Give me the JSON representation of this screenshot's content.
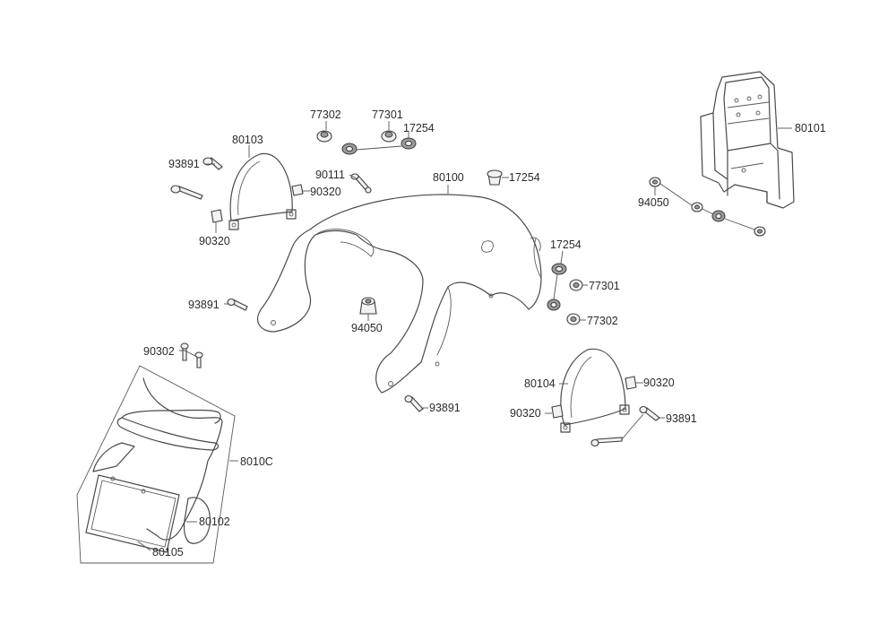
{
  "labels": {
    "p80101": "80101",
    "p80100": "80100",
    "p80103": "80103",
    "p80104": "80104",
    "p80102": "80102",
    "p80105": "80105",
    "p8010c": "8010C",
    "p77302_top": "77302",
    "p77301_top": "77301",
    "p17254_top": "17254",
    "p17254_mid": "17254",
    "p17254_right": "17254",
    "p90111": "90111",
    "p93891_tl": "93891",
    "p93891_mid": "93891",
    "p93891_bottom": "93891",
    "p93891_right": "93891",
    "p90320_a": "90320",
    "p90320_b": "90320",
    "p90320_c": "90320",
    "p90320_d": "90320",
    "p94050_top": "94050",
    "p94050_mid": "94050",
    "p77301_right": "77301",
    "p77302_right": "77302",
    "p90302": "90302"
  }
}
